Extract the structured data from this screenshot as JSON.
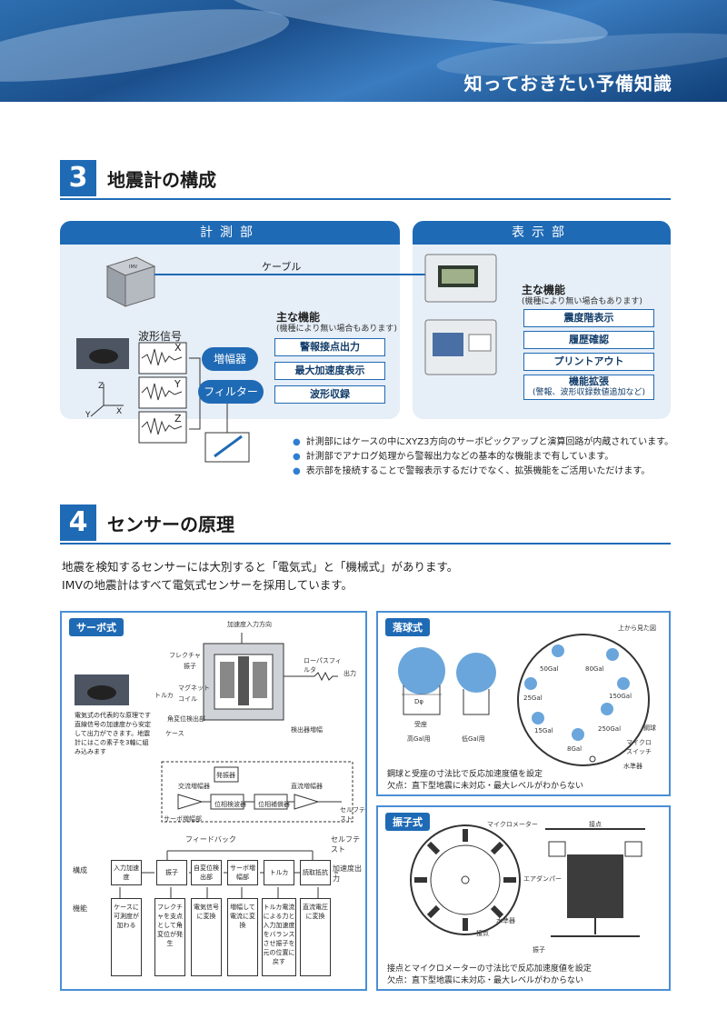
{
  "banner": {
    "title": "知っておきたい予備知識"
  },
  "section3": {
    "number": "3",
    "title": "地震計の構成",
    "measure": {
      "header": "計測部",
      "cable_label": "ケーブル",
      "waveform_label": "波形信号",
      "axis_x": "X",
      "axis_y": "Y",
      "axis_z": "Z",
      "amp_label": "増幅器",
      "filter_label": "フィルター",
      "func_title": "主な機能",
      "func_note": "(機種により無い場合もあります)",
      "functions": [
        "警報接点出力",
        "最大加速度表示",
        "波形収録"
      ]
    },
    "display": {
      "header": "表示部",
      "func_title": "主な機能",
      "func_note": "(機種により無い場合もあります)",
      "functions": [
        "震度階表示",
        "履歴確認",
        "プリントアウト"
      ],
      "ext_line1": "機能拡張",
      "ext_line2": "(警報、波形収録数値追加など)"
    },
    "bullets": [
      "計測部にはケースの中にXYZ3方向のサーボピックアップと演算回路が内蔵されています。",
      "計測部でアナログ処理から警報出力などの基本的な機能まで有しています。",
      "表示部を接続することで警報表示するだけでなく、拡張機能をご活用いただけます。"
    ]
  },
  "section4": {
    "number": "4",
    "title": "センサーの原理",
    "intro": [
      "地震を検知するセンサーには大別すると「電気式」と「機械式」があります。",
      "IMVの地震計はすべて電気式センサーを採用しています。"
    ],
    "servo": {
      "tag": "サーボ式",
      "desc": "電気式の代表的な原理です直線信号の加速度から安定して出力ができます。地震計にはこの素子を3軸に組み込みます",
      "diagram_labels": {
        "accel_dir": "加速度入力方向",
        "flexure": "フレクチャ",
        "pendulum": "振子",
        "magnet": "マグネット",
        "coil": "コイル",
        "torquer": "トルカ",
        "angle_det": "角変位検出部",
        "case": "ケース",
        "lowpass": "ローパスフィルタ",
        "output": "出力",
        "detect_amp": "検出器増幅",
        "oscillator": "発振器",
        "ac_amp": "交流増幅器",
        "phase_det": "位相検波器",
        "phase_comp": "位相補償器",
        "dc_amp": "直流増幅器",
        "servo_amp": "サーボ増幅部",
        "self_test": "セルフテスト"
      },
      "flow": {
        "feedback": "フィードバック",
        "self_test": "セルフテスト",
        "row_label_1": "構成",
        "row_label_2": "機能",
        "blocks": [
          "入力加速度",
          "振子",
          "自変位検出部",
          "サーボ増幅部",
          "トルカ",
          "読取抵抗",
          "加速度出力"
        ],
        "functions": [
          "ケースに可測度が加わる",
          "フレクチャを支点として角変位が発生",
          "電気信号に変換",
          "増幅して電流に変換",
          "トルカ電流による力と入力加速度をバランスさせ振子を元の位置に戻す",
          "直流電圧に変換"
        ]
      }
    },
    "drop_ball": {
      "tag": "落球式",
      "seen_from_top": "上から見た図",
      "d_label": "Dφ",
      "seat": "受座",
      "high_gal": "高Gal用",
      "low_gal": "低Gal用",
      "gal_values": [
        "50Gal",
        "80Gal",
        "25Gal",
        "150Gal",
        "15Gal",
        "250Gal",
        "8Gal"
      ],
      "steel_ball": "鋼球",
      "micro_switch": "マイクロスイッチ",
      "level": "水準器",
      "caption1": "鋼球と受座の寸法比で反応加速度値を設定",
      "caption2": "欠点：直下型地震に未対応・最大レベルがわからない"
    },
    "pendulum": {
      "tag": "振子式",
      "micrometer": "マイクロメーター",
      "contact": "接点",
      "air_damper": "エアダンパー",
      "level": "水準器",
      "contact2": "接点",
      "pendulum_label": "振子",
      "caption1": "接点とマイクロメーターの寸法比で反応加速度値を設定",
      "caption2": "欠点：直下型地震に未対応・最大レベルがわからない"
    }
  },
  "colors": {
    "accent": "#1f6ab5",
    "panel": "#e6eef7",
    "frame": "#4a8fd6"
  }
}
